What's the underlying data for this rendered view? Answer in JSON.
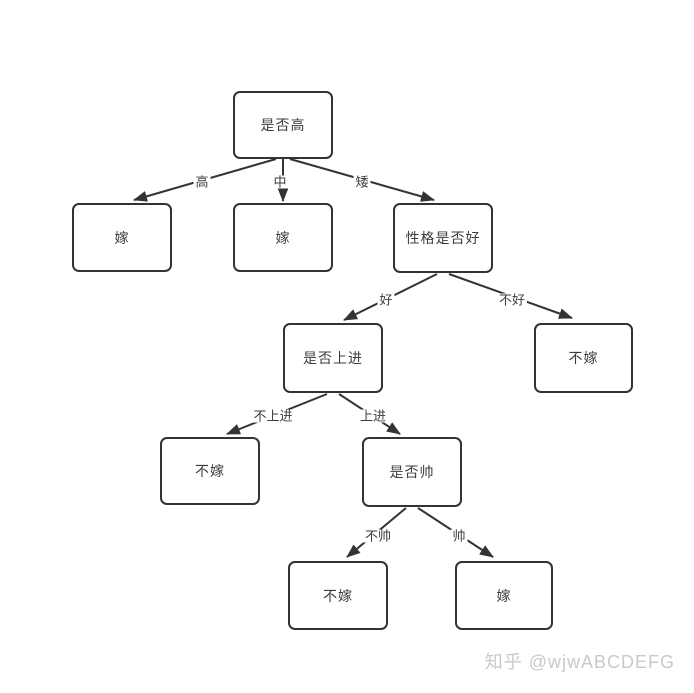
{
  "diagram": {
    "type": "decision-tree-flowchart",
    "title_hint": "marry decision tree",
    "nodes": {
      "root": {
        "label": "是否高"
      },
      "marry_tall": {
        "label": "嫁"
      },
      "marry_medium": {
        "label": "嫁"
      },
      "personality_q": {
        "label": "性格是否好"
      },
      "ambitious_q": {
        "label": "是否上进"
      },
      "no_marry_bad_personality": {
        "label": "不嫁"
      },
      "no_marry_not_ambitious": {
        "label": "不嫁"
      },
      "handsome_q": {
        "label": "是否帅"
      },
      "no_marry_not_handsome": {
        "label": "不嫁"
      },
      "marry_handsome": {
        "label": "嫁"
      }
    },
    "edge_labels": {
      "tall": "高",
      "medium": "中",
      "short": "矮",
      "good": "好",
      "not_good": "不好",
      "not_ambitious": "不上进",
      "ambitious": "上进",
      "not_handsome": "不帅",
      "handsome": "帅"
    }
  },
  "watermark": "知乎 @wjwABCDEFG",
  "colors": {
    "background": "#ffffff",
    "node_border": "#333333",
    "node_text": "#3d3d3d",
    "edge_line": "#333333",
    "watermark_text": "#c9c9c9"
  }
}
